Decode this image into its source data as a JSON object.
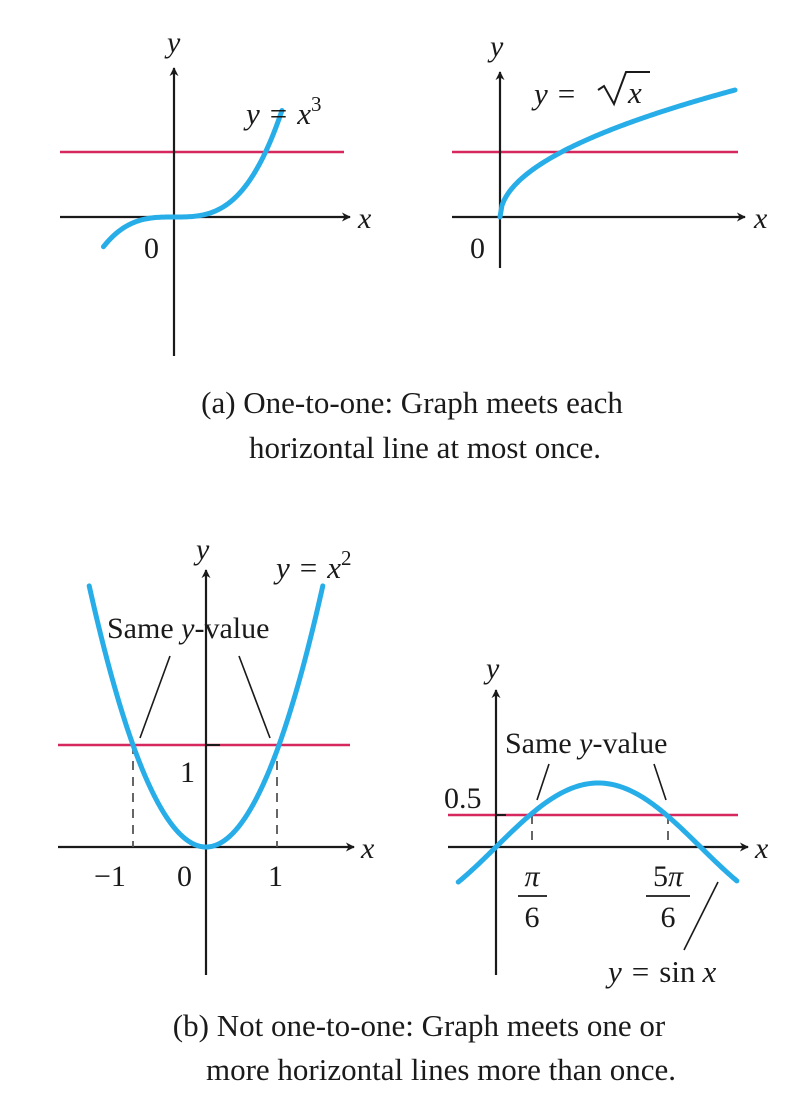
{
  "panel_a": {
    "caption_line1": "(a) One-to-one: Graph meets each",
    "caption_line2": "horizontal line at most once.",
    "left": {
      "x_axis_label": "x",
      "y_axis_label": "y",
      "origin_label": "0",
      "curve_label": {
        "lhs": "y",
        "eq": "=",
        "base": "x",
        "exp": "3"
      }
    },
    "right": {
      "x_axis_label": "x",
      "y_axis_label": "y",
      "origin_label": "0",
      "curve_label": {
        "lhs": "y",
        "eq": "=",
        "radicand": "x"
      }
    }
  },
  "panel_b": {
    "caption_line1": "(b) Not one-to-one: Graph meets one or",
    "caption_line2": "more horizontal lines more than once.",
    "left": {
      "x_axis_label": "x",
      "y_axis_label": "y",
      "curve_label": {
        "lhs": "y",
        "eq": "=",
        "base": "x",
        "exp": "2"
      },
      "annotation": {
        "pre": "Same ",
        "var": "y",
        "post": "-value"
      },
      "x_ticks": [
        "−1",
        "0",
        "1"
      ],
      "y_tick": "1"
    },
    "right": {
      "x_axis_label": "x",
      "y_axis_label": "y",
      "curve_label": {
        "lhs": "y",
        "eq": "=",
        "fn": "sin",
        "arg": "x"
      },
      "annotation": {
        "pre": "Same ",
        "var": "y",
        "post": "-value"
      },
      "y_tick": "0.5",
      "x_tick_1": {
        "numerator": "π",
        "denominator": "6"
      },
      "x_tick_2": {
        "numerator_coef": "5",
        "numerator_sym": "π",
        "denominator": "6"
      }
    }
  },
  "colors": {
    "curve": "#27ade8",
    "horizontal_line": "#d6285e",
    "axis": "#1a1a1a"
  }
}
